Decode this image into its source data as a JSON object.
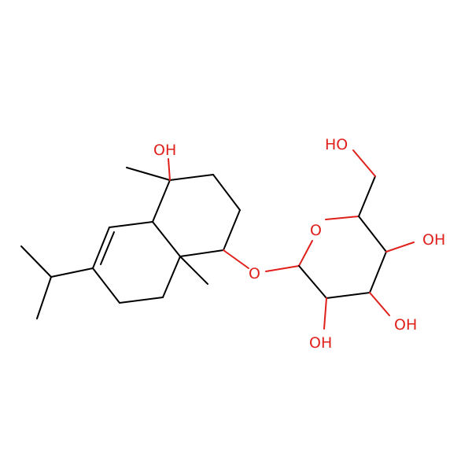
{
  "molecule": {
    "colors": {
      "bond": "#000000",
      "heteroatom_oxygen": "#e0201b",
      "background": "#ffffff"
    },
    "labels": {
      "oh_top": "OH",
      "ho_hydroxymethyl": "HO",
      "oh_right": "OH",
      "oh_lower_right": "OH",
      "oh_bottom": "OH",
      "o_ring": "O",
      "o_glycosidic": "O"
    }
  }
}
